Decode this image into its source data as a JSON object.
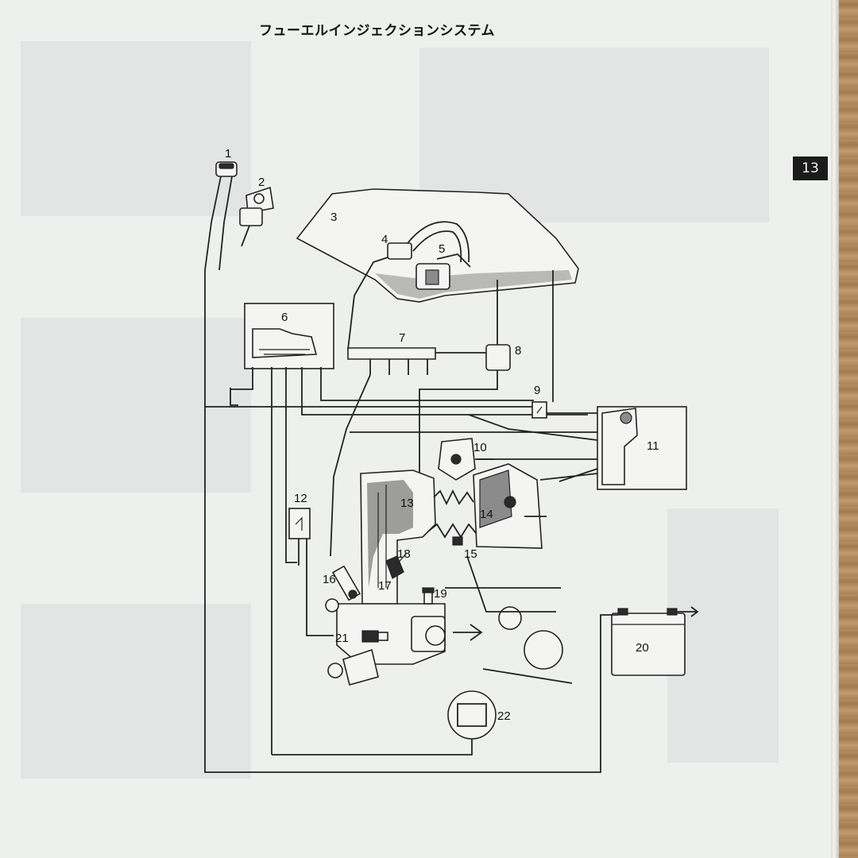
{
  "page": {
    "title": "フューエルインジェクションシステム",
    "section_tab": "13"
  },
  "diagram": {
    "labels": [
      "1",
      "2",
      "3",
      "4",
      "5",
      "6",
      "7",
      "8",
      "9",
      "10",
      "11",
      "12",
      "13",
      "14",
      "15",
      "16",
      "17",
      "18",
      "19",
      "20",
      "21",
      "22"
    ]
  },
  "colors": {
    "page": "#eef0ee",
    "ink": "#222222",
    "tab_bg": "#1b1b1b",
    "wood": "#b08a63"
  }
}
